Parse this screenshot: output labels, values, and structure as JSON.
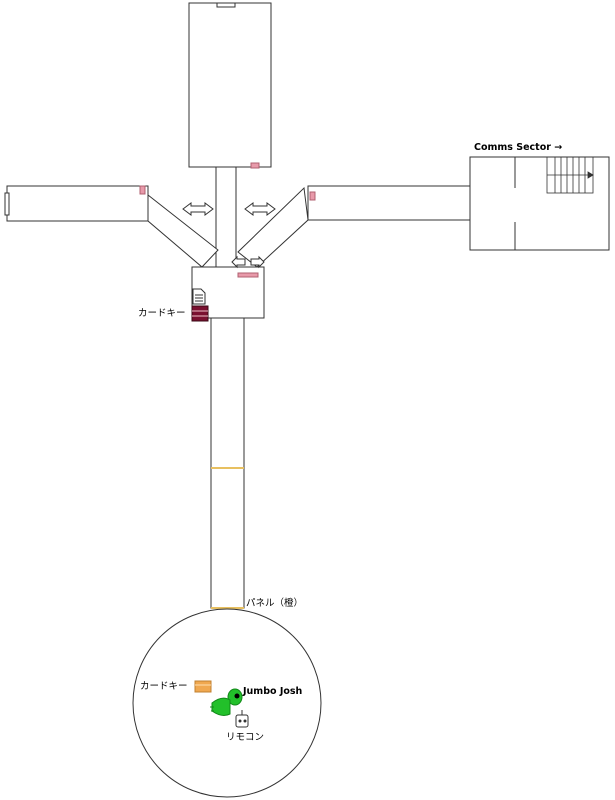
{
  "labels": {
    "comms_sector": "Comms Sector →",
    "keycard_upper": "カードキー",
    "keycard_lower": "カードキー",
    "panel_orange": "パネル（橙）",
    "jumbo_josh": "Jumbo Josh",
    "remote": "リモコン"
  },
  "colors": {
    "wall": "#333333",
    "door_pink": "#e89aaa",
    "keycard_red": "#7a1030",
    "keycard_orange": "#f0a850",
    "panel_orange": "#e8c060",
    "jumbo_josh": "#22c02a",
    "arrow_fill": "#ffffff"
  },
  "icons": {
    "keycard_upper": "keycard-icon",
    "keycard_lower": "keycard-icon",
    "document": "document-icon",
    "jumbo_josh": "jumbo-josh-icon",
    "remote": "remote-icon",
    "stairs": "stairs-icon"
  }
}
